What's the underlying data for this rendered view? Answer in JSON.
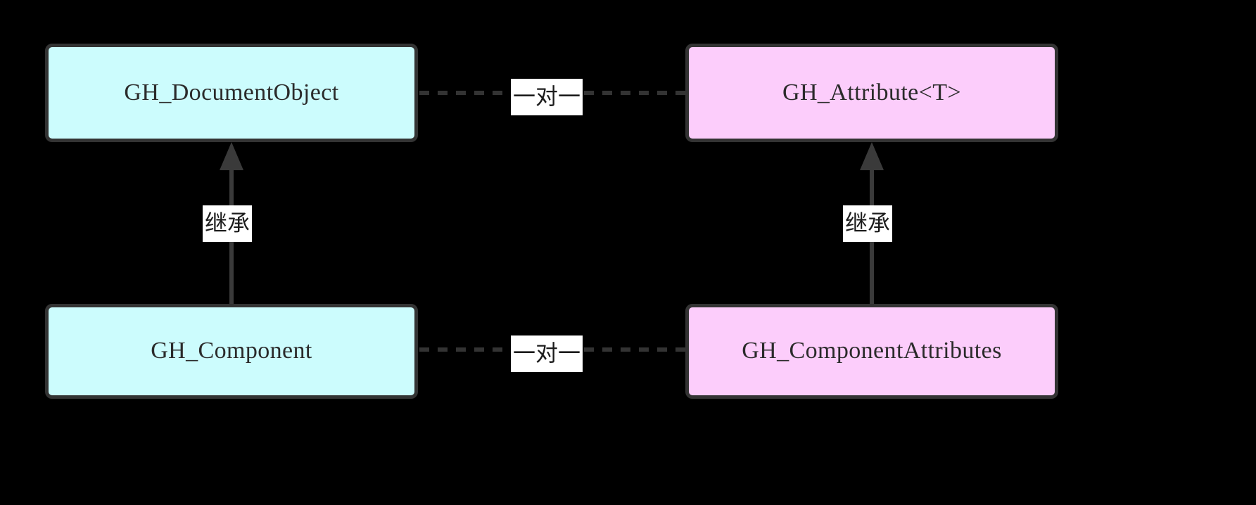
{
  "diagram": {
    "type": "uml-class-diagram",
    "background_color": "#000000",
    "boxes": [
      {
        "id": "document-object",
        "label": "GH_DocumentObject",
        "fill": "#ccfcfd",
        "border": "#333333"
      },
      {
        "id": "attribute",
        "label": "GH_Attribute<T>",
        "fill": "#fccdfb",
        "border": "#333333"
      },
      {
        "id": "component",
        "label": "GH_Component",
        "fill": "#ccfcfd",
        "border": "#333333"
      },
      {
        "id": "component-attributes",
        "label": "GH_ComponentAttributes",
        "fill": "#fccdfb",
        "border": "#333333"
      }
    ],
    "edges": [
      {
        "id": "assoc-top",
        "label": "一对一",
        "style": "dotted",
        "from": "GH_DocumentObject",
        "to": "GH_Attribute<T>"
      },
      {
        "id": "assoc-bottom",
        "label": "一对一",
        "style": "dotted",
        "from": "GH_Component",
        "to": "GH_ComponentAttributes"
      },
      {
        "id": "inherit-left",
        "label": "继承",
        "style": "solid-arrow",
        "from": "GH_Component",
        "to": "GH_DocumentObject"
      },
      {
        "id": "inherit-right",
        "label": "继承",
        "style": "solid-arrow",
        "from": "GH_ComponentAttributes",
        "to": "GH_Attribute<T>"
      }
    ]
  }
}
